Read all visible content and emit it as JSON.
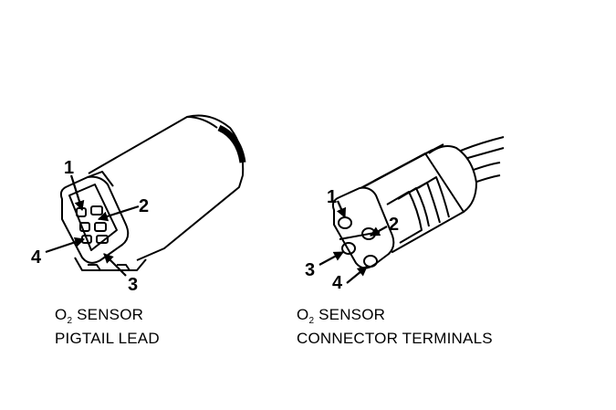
{
  "figures": [
    {
      "caption_line1_prefix": "O",
      "caption_line1_sub": "2",
      "caption_line1_suffix": " SENSOR",
      "caption_line2": "PIGTAIL LEAD",
      "pins": [
        "1",
        "2",
        "3",
        "4"
      ]
    },
    {
      "caption_line1_prefix": "O",
      "caption_line1_sub": "2",
      "caption_line1_suffix": " SENSOR",
      "caption_line2": "CONNECTOR TERMINALS",
      "pins": [
        "1",
        "2",
        "3",
        "4"
      ]
    }
  ]
}
